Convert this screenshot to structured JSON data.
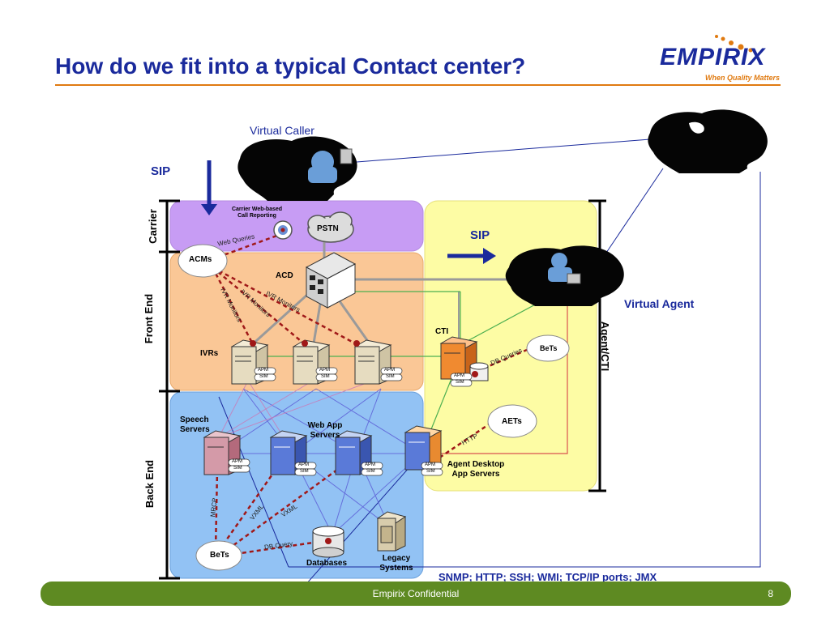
{
  "slide": {
    "title": "How do we fit into a typical Contact center?",
    "footer_text": "Empirix Confidential",
    "page_number": "8"
  },
  "logo": {
    "wordmark": "EMPIRIX",
    "tagline": "When Quality Matters"
  },
  "bands": {
    "carrier": "Carrier",
    "front_end": "Front End",
    "back_end": "Back End",
    "agent_cti": "Agent/CTI"
  },
  "labels": {
    "virtual_caller": "Virtual Caller",
    "sip_top": "SIP",
    "sip_agent": "SIP",
    "virtual_agent": "Virtual Agent",
    "carrier_reporting": "Carrier Web-based Call Reporting",
    "pstn": "PSTN",
    "web_queries": "Web Queries",
    "acms": "ACMs",
    "acd": "ACD",
    "ivr_monitors_1": "IVR Monitors",
    "ivr_monitors_2": "IVR Monitors",
    "ivr_monitors_3": "IVR Monitors",
    "ivrs": "IVRs",
    "cti": "CTI",
    "bets_cti": "BeTs",
    "db_queries": "DB Queries",
    "speech_servers": "Speech Servers",
    "web_app_servers": "Web App Servers",
    "aets": "AETs",
    "http": "HTTP",
    "agent_desktop_servers": "Agent Desktop App Servers",
    "mrcp": "MRCP",
    "vxml_1": "VXML",
    "vxml_2": "VXML",
    "bets_bottom": "BeTs",
    "db_query": "DB Query",
    "databases": "Databases",
    "legacy_systems": "Legacy Systems",
    "protocols": "SNMP; HTTP; SSH; WMI; TCP/IP ports; JMX",
    "apm": "APM",
    "sim": "SIM"
  },
  "colors": {
    "title": "#1a2a9c",
    "accent_orange": "#e07a10",
    "carrier_band": "#c79cf4",
    "front_end_band": "#fac796",
    "back_end_band": "#92c2f4",
    "agent_band": "#fdfca4",
    "footer": "#5e8a22",
    "arrow_blue": "#1a2a9c",
    "monitor_line": "#b22222"
  },
  "icons": {
    "caller_headset": "virtual-caller-icon",
    "agent_headset": "virtual-agent-icon",
    "cloud": "pstn-cloud-icon",
    "server": "server-icon",
    "database": "database-icon"
  }
}
